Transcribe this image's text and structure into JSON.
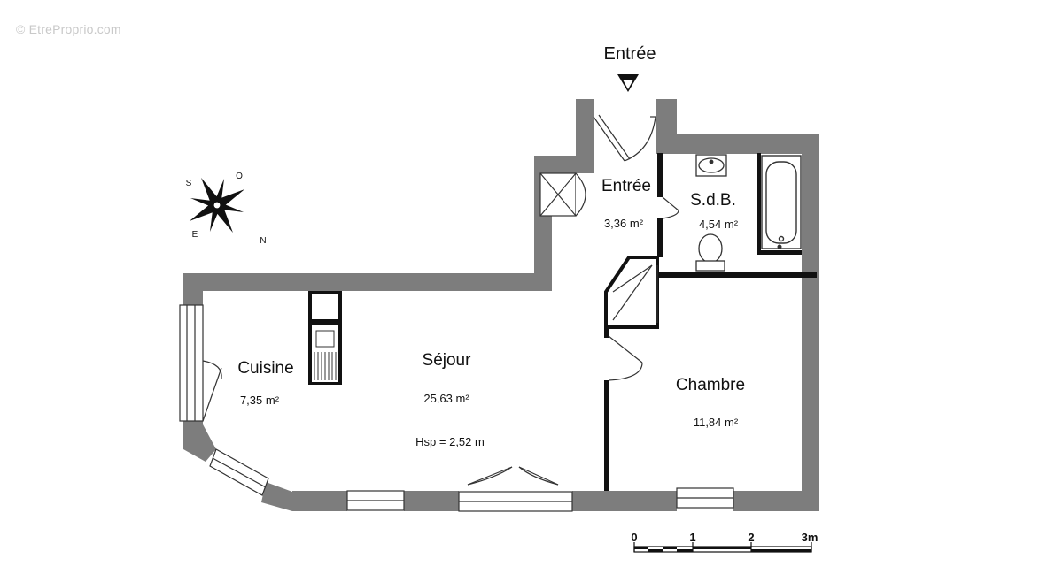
{
  "watermark": "© EtreProprio.com",
  "entrance_label": "Entrée",
  "compass": {
    "letters": [
      "S",
      "O",
      "E",
      "N"
    ]
  },
  "rooms": [
    {
      "key": "entree",
      "name": "Entrée",
      "area": "3,36 m²"
    },
    {
      "key": "sdb",
      "name": "S.d.B.",
      "area": "4,54 m²"
    },
    {
      "key": "cuisine",
      "name": "Cuisine",
      "area": "7,35 m²"
    },
    {
      "key": "sejour",
      "name": "Séjour",
      "area": "25,63 m²",
      "extra": "Hsp = 2,52 m"
    },
    {
      "key": "chambre",
      "name": "Chambre",
      "area": "11,84 m²"
    }
  ],
  "scale": {
    "ticks": [
      "0",
      "1",
      "2",
      "3m"
    ]
  },
  "colors": {
    "wall": "#7d7d7d",
    "partition": "#111111",
    "line": "#333333"
  }
}
